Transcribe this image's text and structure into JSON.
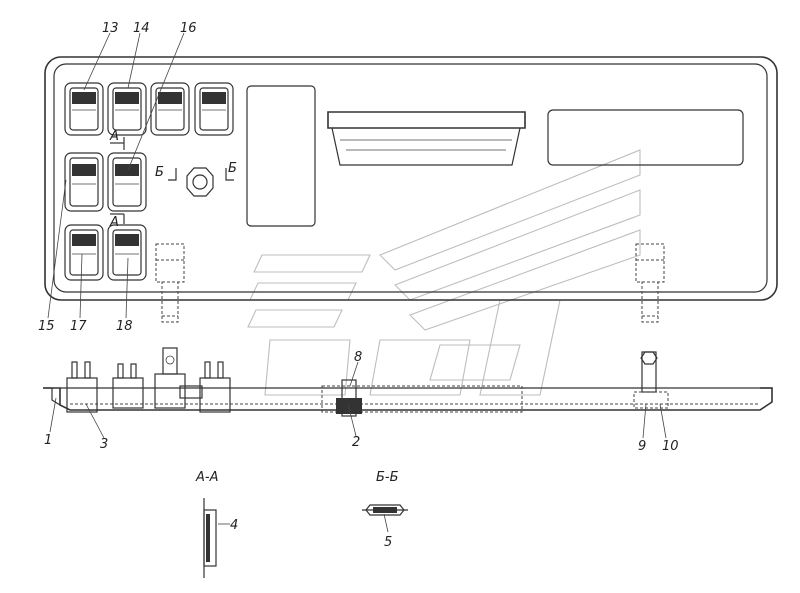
{
  "callouts": {
    "n13": "13",
    "n14": "14",
    "n16": "16",
    "n15": "15",
    "n17": "17",
    "n18": "18",
    "n8": "8",
    "n1": "1",
    "n3": "3",
    "n2": "2",
    "n9": "9",
    "n10": "10",
    "n4": "4",
    "n5": "5"
  },
  "section_marks": {
    "a_upper": "А",
    "a_lower": "А",
    "b_left": "Б",
    "b_right": "Б"
  },
  "section_titles": {
    "aa": "А-А",
    "bb": "Б-Б"
  }
}
